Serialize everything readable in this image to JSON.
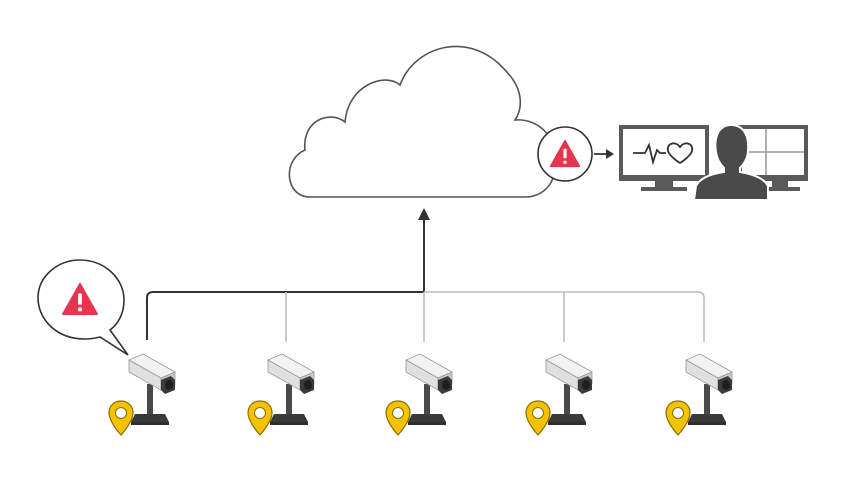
{
  "colors": {
    "background": "#ffffff",
    "line_dark": "#333333",
    "line_light": "#bdbdbd",
    "alert_red": "#e8354f",
    "pin_yellow": "#f5c200",
    "camera_body": "#e6e6e6",
    "camera_dark": "#4a4a4a",
    "monitor_dark": "#5a5a5a",
    "person": "#4a4a4a"
  },
  "icons": {
    "cloud": "cloud-icon",
    "alert": "warning-triangle-icon",
    "camera": "security-camera-icon",
    "pin": "location-pin-icon",
    "monitor_heartbeat": "heartbeat-monitor-icon",
    "monitor_grid": "video-grid-monitor-icon",
    "person": "operator-person-icon"
  },
  "cameras": [
    {
      "id": "cam-1",
      "active_alert": true
    },
    {
      "id": "cam-2",
      "active_alert": false
    },
    {
      "id": "cam-3",
      "active_alert": false
    },
    {
      "id": "cam-4",
      "active_alert": false
    },
    {
      "id": "cam-5",
      "active_alert": false
    }
  ]
}
